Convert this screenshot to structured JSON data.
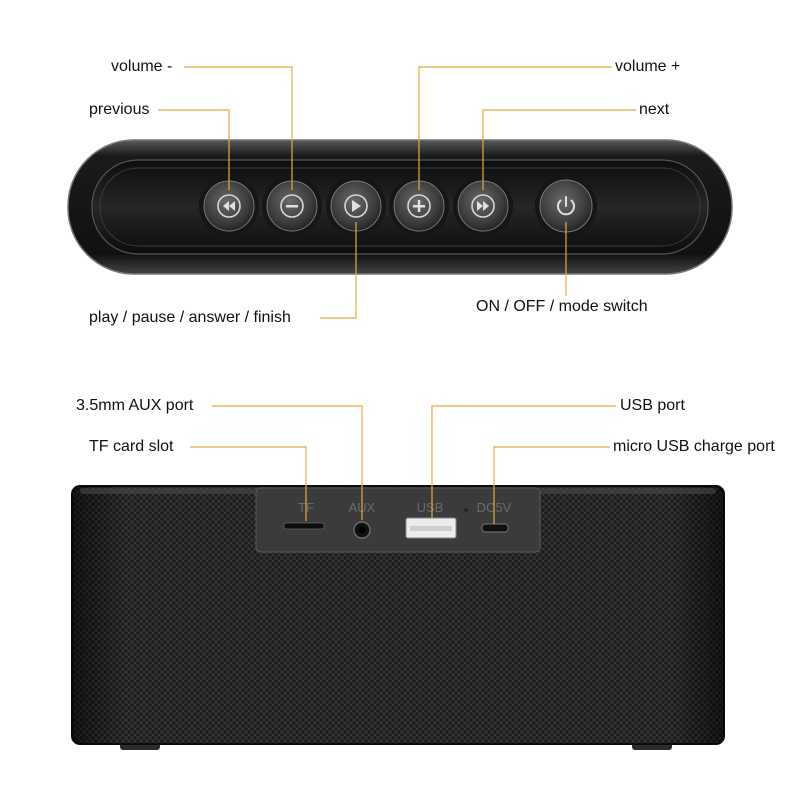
{
  "top_panel": {
    "labels": {
      "volume_minus": "volume -",
      "previous": "previous",
      "volume_plus": "volume +",
      "next": "next",
      "play_pause": "play / pause / answer / finish",
      "power": "ON / OFF / mode switch"
    },
    "buttons": [
      {
        "name": "previous",
        "icon": "rewind-icon"
      },
      {
        "name": "volume-minus",
        "icon": "minus-icon"
      },
      {
        "name": "play",
        "icon": "play-icon"
      },
      {
        "name": "volume-plus",
        "icon": "plus-icon"
      },
      {
        "name": "next",
        "icon": "fast-forward-icon"
      },
      {
        "name": "power",
        "icon": "power-icon"
      }
    ]
  },
  "rear_panel": {
    "labels": {
      "aux": "3.5mm AUX port",
      "tf": "TF card slot",
      "usb": "USB port",
      "micro_usb": "micro USB charge port"
    },
    "port_markings": {
      "tf": "TF",
      "aux": "AUX",
      "usb": "USB",
      "dc": "DC5V"
    }
  },
  "colors": {
    "leader_line": "#e8a93a",
    "speaker_body": "#1c1c1c",
    "button_face": "#3a3a3a"
  }
}
